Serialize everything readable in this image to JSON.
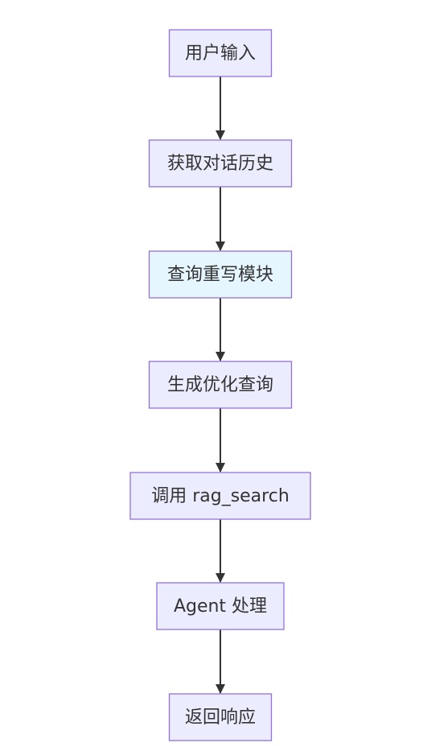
{
  "diagram": {
    "type": "flowchart",
    "direction": "top-to-bottom",
    "colors": {
      "node_fill": "#ECECFF",
      "node_fill_highlight": "#E6F6FF",
      "node_stroke": "#9370DB",
      "edge": "#333333",
      "text": "#333333"
    },
    "nodes": [
      {
        "id": "n1",
        "label": "用户输入",
        "highlight": false
      },
      {
        "id": "n2",
        "label": "获取对话历史",
        "highlight": false
      },
      {
        "id": "n3",
        "label": "查询重写模块",
        "highlight": true
      },
      {
        "id": "n4",
        "label": "生成优化查询",
        "highlight": false
      },
      {
        "id": "n5",
        "label": "调用 rag_search",
        "highlight": false
      },
      {
        "id": "n6",
        "label": "Agent 处理",
        "highlight": false
      },
      {
        "id": "n7",
        "label": "返回响应",
        "highlight": false
      }
    ],
    "edges": [
      {
        "from": "n1",
        "to": "n2"
      },
      {
        "from": "n2",
        "to": "n3"
      },
      {
        "from": "n3",
        "to": "n4"
      },
      {
        "from": "n4",
        "to": "n5"
      },
      {
        "from": "n5",
        "to": "n6"
      },
      {
        "from": "n6",
        "to": "n7"
      }
    ]
  }
}
